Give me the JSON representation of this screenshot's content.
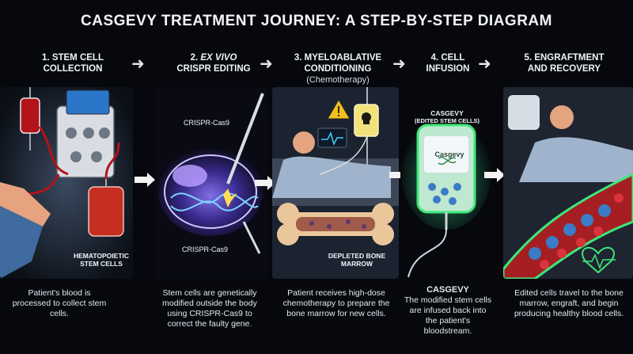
{
  "title": "CASGEVY TREATMENT JOURNEY: A STEP-BY-STEP DIAGRAM",
  "steps": [
    {
      "number": "1.",
      "title_line1": "STEM CELL",
      "title_line2": "COLLECTION",
      "labels": {
        "bag": "HEMATOPOIETIC STEM CELLS"
      },
      "description": "Patient's blood is processed to collect stem cells."
    },
    {
      "number": "2.",
      "title_line1": "EX VIVO",
      "title_line2": "CRISPR EDITING",
      "labels": {
        "top": "CRISPR-Cas9",
        "bottom": "CRISPR-Cas9"
      },
      "description": "Stem cells are genetically modified outside the body using CRISPR-Cas9 to correct the faulty gene."
    },
    {
      "number": "3.",
      "title_line1": "MYELOABLATIVE",
      "title_line2": "CONDITIONING",
      "subtitle": "(Chemotherapy)",
      "labels": {
        "bone": "DEPLETED BONE MARROW"
      },
      "description": "Patient receives high-dose chemotherapy to prepare the bone marrow for new cells."
    },
    {
      "number": "4.",
      "title_line1": "CELL",
      "title_line2": "INFUSION",
      "labels": {
        "bag_top1": "CASGEVY",
        "bag_top2": "(EDITED STEM CELLS)",
        "bag_brand": "Casgevy"
      },
      "description_title": "CASGEVY",
      "description": "The modified stem cells are infused back into the patient's bloodstream."
    },
    {
      "number": "5.",
      "title_line1": "ENGRAFTMENT",
      "title_line2": "AND RECOVERY",
      "description": "Edited cells travel to the bone marrow, engraft, and begin producing healthy blood cells."
    }
  ],
  "colors": {
    "background": "#06080d",
    "blood": "#b3131b",
    "crispr_glow": "#7a5cff",
    "bag_glow": "#3ee67a",
    "warning": "#f2c21b"
  },
  "icons": [
    "arrow-right-icon",
    "warning-icon",
    "skull-icon",
    "heartbeat-icon",
    "dna-icon"
  ]
}
